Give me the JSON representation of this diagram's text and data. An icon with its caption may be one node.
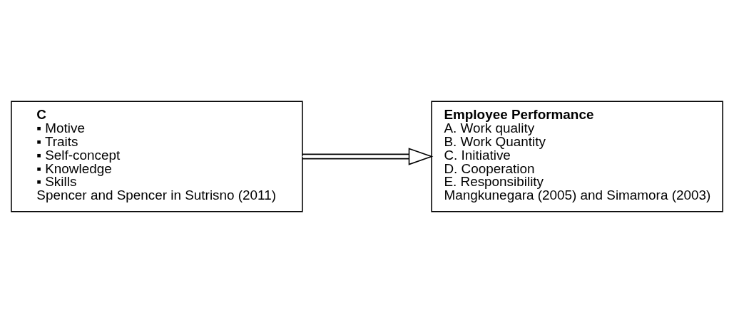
{
  "diagram": {
    "nodes": [
      {
        "text": [
          "C",
          "▪ Motive",
          "▪ Traits",
          "▪ Self-concept",
          "▪ Knowledge",
          "▪ Skills",
          "Spencer and Spencer in Sutrisno (2011)"
        ]
      },
      {
        "text": [
          "Employee Performance",
          "A. Work quality",
          "B. Work Quantity",
          "C. Initiative",
          "D. Cooperation",
          "E. Responsibility",
          "Mangkunegara (2005) and Simamora (2003)"
        ]
      }
    ],
    "edges": [
      {
        "from": 0,
        "to": 1,
        "arrow": "to"
      }
    ]
  }
}
